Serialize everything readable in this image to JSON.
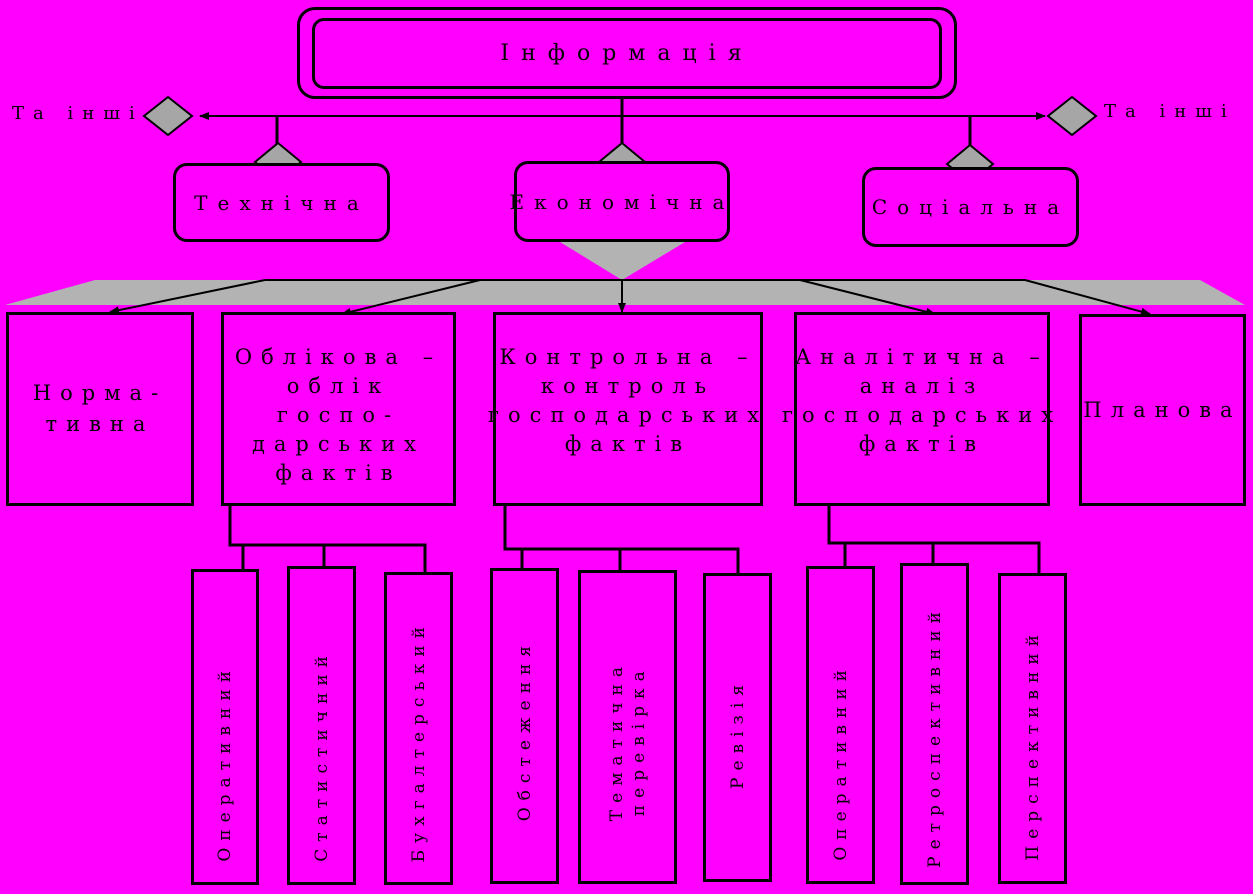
{
  "root": "Інформація",
  "side_left": "Та інші",
  "side_right": "Та інші",
  "categories": {
    "technical": "Технічна",
    "economic": "Економічна",
    "social": "Соціальна"
  },
  "functions": {
    "normative": "Норма-\nтивна",
    "accounting": "Облікова –\nоблік госпо-\nдарських\nфактів",
    "control": "Контрольна –\nконтроль\nгосподарських\nфактів",
    "analytical": "Аналітична –\nаналіз\nгосподарських\nфактів",
    "planning": "Планова"
  },
  "accounting_types": {
    "operational": "Оперативний",
    "statistical": "Статистичний",
    "bookkeeping": "Бухгалтерський"
  },
  "control_types": {
    "inspection": "Обстеження",
    "thematic_audit": "Тематична\nперевірка",
    "revision": "Ревізія"
  },
  "analysis_types": {
    "operational": "Оперативний",
    "retrospective": "Ретроспективний",
    "prospective": "Перспективний"
  },
  "colors": {
    "background": "#FF00FF",
    "diamond": "#A6A6A6",
    "band": "#B3B3B3",
    "line": "#000000"
  }
}
